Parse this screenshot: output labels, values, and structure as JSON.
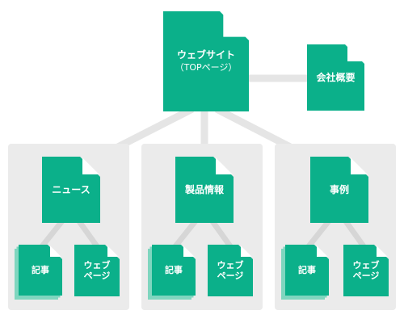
{
  "diagram": {
    "colors": {
      "doc": "#0bb08a",
      "fold": "#ffffff",
      "shadow": "#7fd6bf",
      "line": "#e5e5e5",
      "panel": "#ebebeb"
    },
    "top": {
      "title": "ウェブサイト",
      "subtitle": "（TOPページ）"
    },
    "company": {
      "label": "会社概要"
    },
    "sections": [
      {
        "label": "ニュース",
        "articles": "記事",
        "web_line1": "ウェブ",
        "web_line2": "ページ"
      },
      {
        "label": "製品情報",
        "articles": "記事",
        "web_line1": "ウェブ",
        "web_line2": "ページ"
      },
      {
        "label": "事例",
        "articles": "記事",
        "web_line1": "ウェブ",
        "web_line2": "ページ"
      }
    ]
  }
}
